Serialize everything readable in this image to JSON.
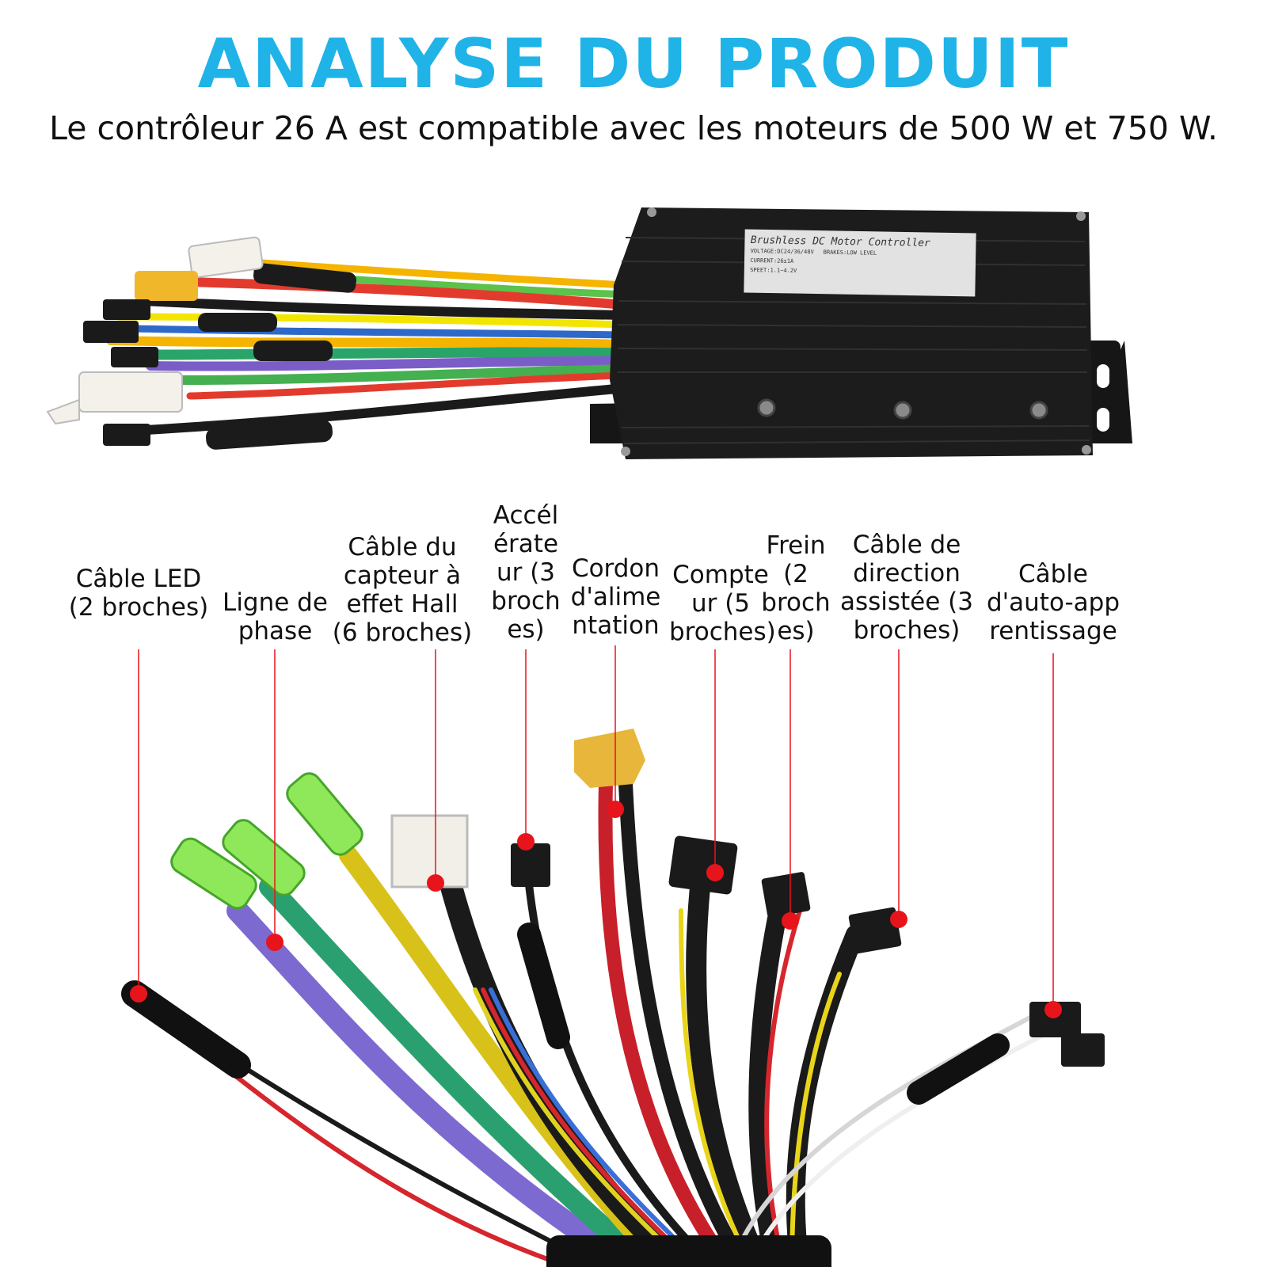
{
  "title": "ANALYSE DU PRODUIT",
  "subtitle": "Le contrôleur 26 A est compatible avec les moteurs de 500 W et 750 W.",
  "colors": {
    "title": "#1fb3e8",
    "callout": "#e8141c",
    "controller_body": "#161616"
  },
  "controller_label": {
    "name": "Brushless DC Motor Controller",
    "voltage": "VOLTAGE:DC24/36/48V",
    "brakes": "BRAKES:LOW LEVEL",
    "current": "CURRENT:26±1A",
    "speed": "SPEET:1.1~4.2V"
  },
  "callouts": [
    {
      "id": "led",
      "lines": [
        "Câble LED",
        "(2 broches)"
      ]
    },
    {
      "id": "phase",
      "lines": [
        "Ligne de",
        "phase"
      ]
    },
    {
      "id": "hall",
      "lines": [
        "Câble du",
        "capteur à",
        "effet Hall",
        "(6 broches)"
      ]
    },
    {
      "id": "throttle",
      "lines": [
        "Accél",
        "érate",
        "ur (3",
        "broch",
        "es)"
      ]
    },
    {
      "id": "power",
      "lines": [
        "Cordon",
        "d'alime",
        "ntation"
      ]
    },
    {
      "id": "meter",
      "lines": [
        "Compte",
        "ur (5",
        "broches)"
      ]
    },
    {
      "id": "brake",
      "lines": [
        "Frein",
        "(2",
        "broch",
        "es)"
      ]
    },
    {
      "id": "assist",
      "lines": [
        "Câble de",
        "direction",
        "assistée (3",
        "broches)"
      ]
    },
    {
      "id": "learn",
      "lines": [
        "Câble",
        "d'auto-app",
        "rentissage"
      ]
    }
  ]
}
